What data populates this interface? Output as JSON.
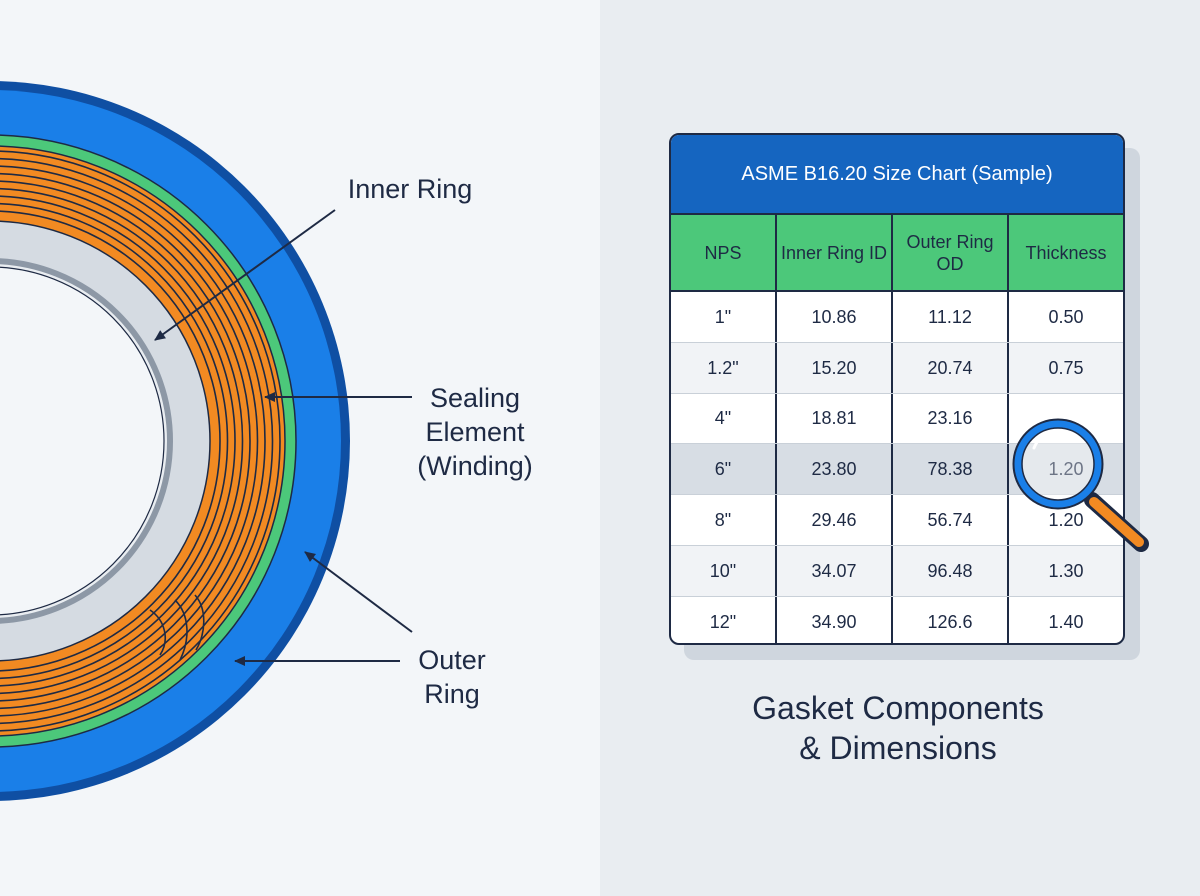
{
  "diagram": {
    "labels": {
      "inner_ring": "Inner Ring",
      "sealing_line1": "Sealing",
      "sealing_line2": "Element",
      "sealing_line3": "(Winding)",
      "outer_line1": "Outer",
      "outer_line2": "Ring"
    },
    "colors": {
      "outer_ring": "#1a7fe8",
      "outer_ring_edge": "#0f4fa3",
      "filler_band": "#4cc87a",
      "winding": "#f28a22",
      "inner_ring": "#d5dbe2",
      "inner_ring_edge": "#8d98a6",
      "line": "#1e2a44"
    }
  },
  "size_chart": {
    "title": "ASME B16.20 Size Chart (Sample)",
    "headers": [
      "NPS",
      "Inner Ring ID",
      "Outer Ring OD",
      "Thickness"
    ],
    "rows": [
      [
        "1\"",
        "10.86",
        "11.12",
        "0.50"
      ],
      [
        "1.2\"",
        "15.20",
        "20.74",
        "0.75"
      ],
      [
        "4\"",
        "18.81",
        "23.16",
        ""
      ],
      [
        "6\"",
        "23.80",
        "78.38",
        "1.20"
      ],
      [
        "8\"",
        "29.46",
        "56.74",
        "1.20"
      ],
      [
        "10\"",
        "34.07",
        "96.48",
        "1.30"
      ],
      [
        "12\"",
        "34.90",
        "126.6",
        "1.40"
      ]
    ],
    "highlighted_row": 3,
    "colors": {
      "title_bg": "#1565c0",
      "header_bg": "#4cc87a",
      "magnifier_handle": "#f28a22"
    },
    "icon": "magnifying-glass-icon"
  },
  "caption": {
    "line1": "Gasket Components",
    "line2": "& Dimensions"
  }
}
